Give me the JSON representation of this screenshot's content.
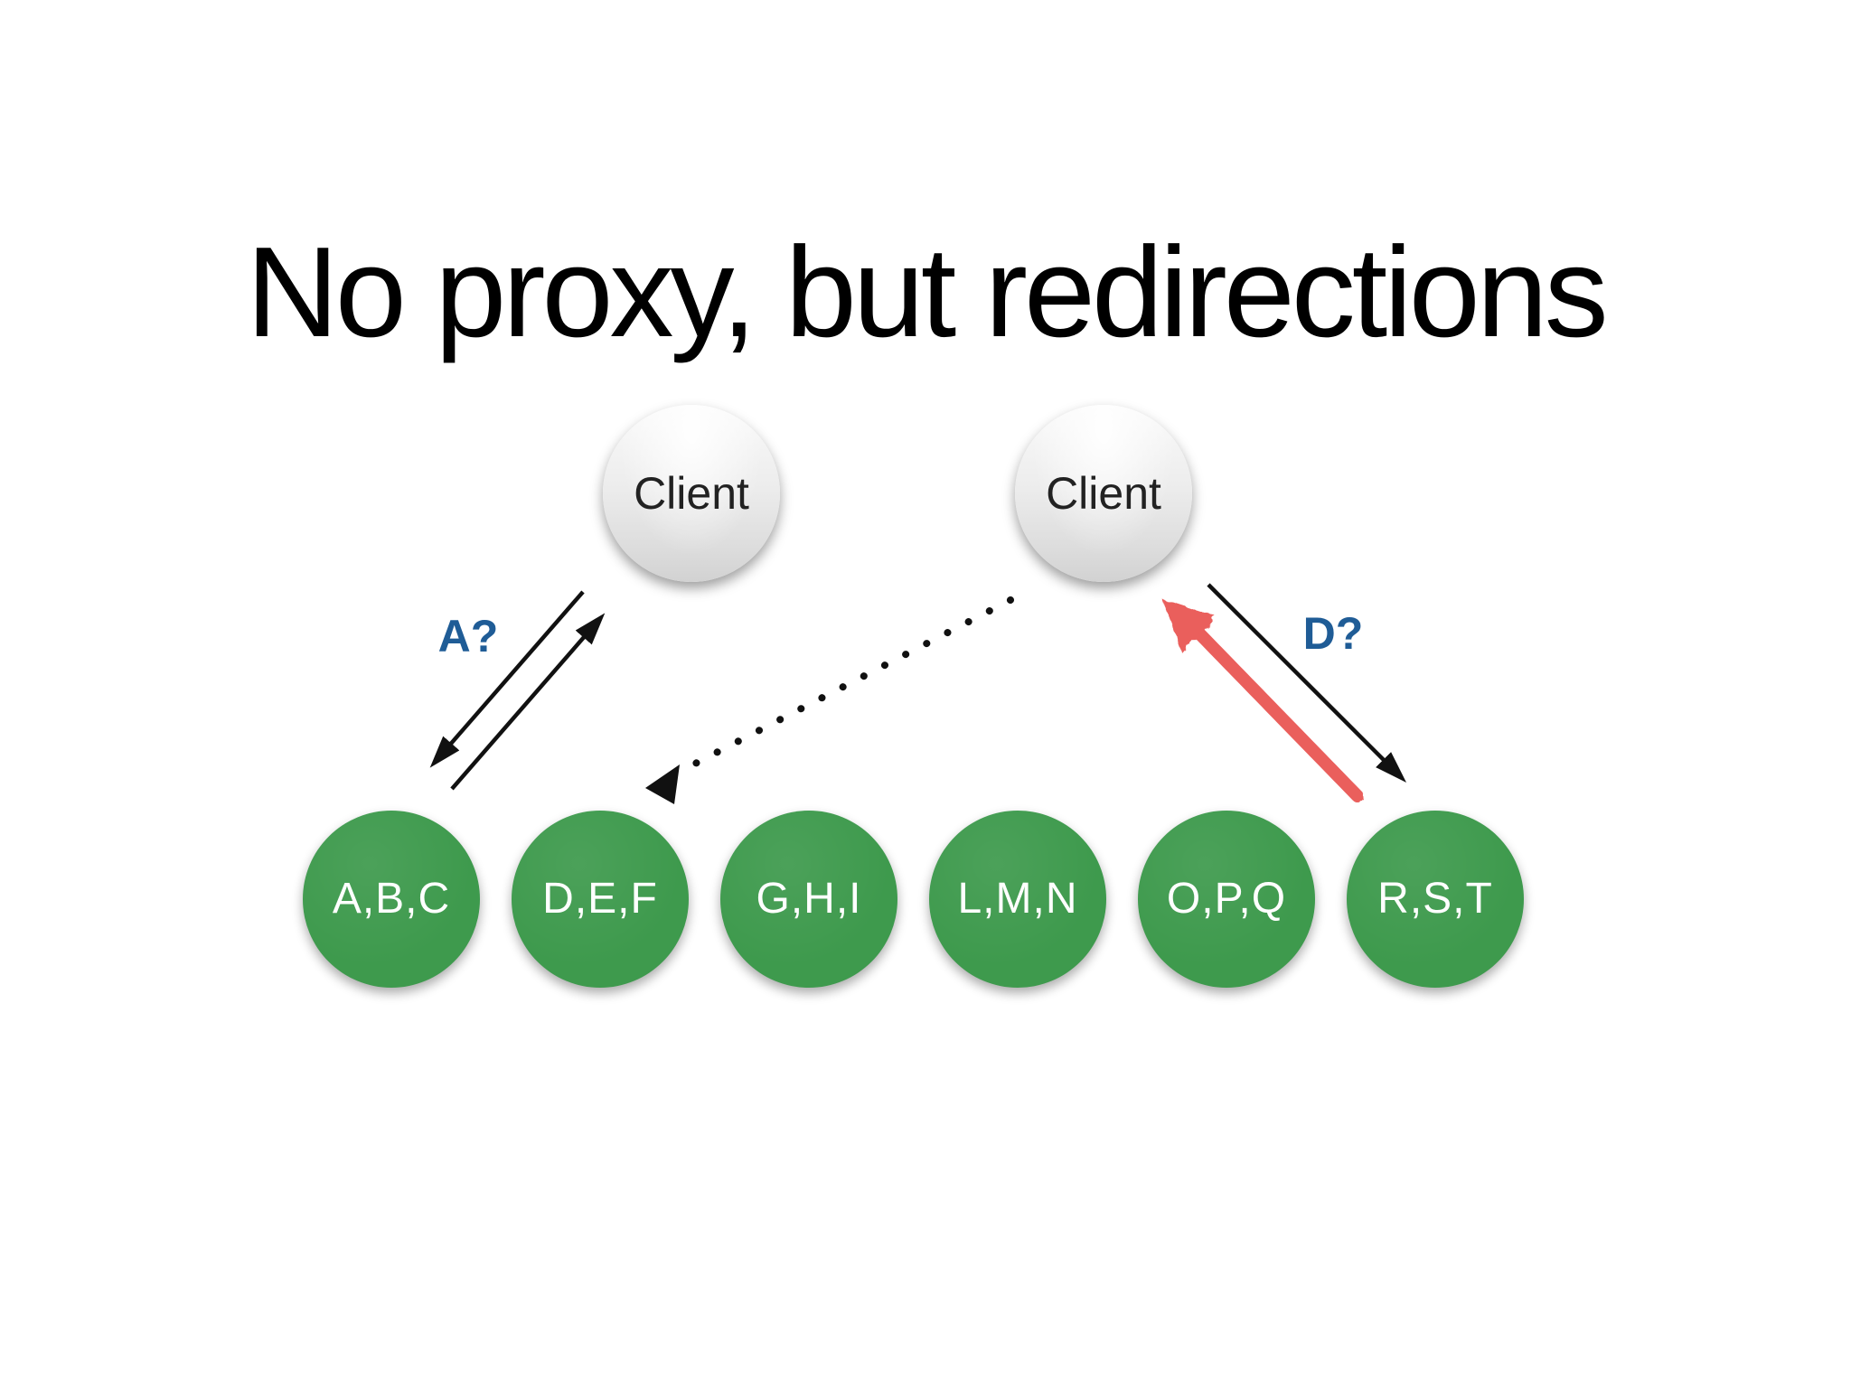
{
  "slide": {
    "title": "No proxy, but redirections"
  },
  "clients": [
    {
      "id": "client-1",
      "label": "Client"
    },
    {
      "id": "client-2",
      "label": "Client"
    }
  ],
  "servers": [
    {
      "id": "server-abc",
      "label": "A,B,C"
    },
    {
      "id": "server-def",
      "label": "D,E,F"
    },
    {
      "id": "server-ghi",
      "label": "G,H,I"
    },
    {
      "id": "server-lmn",
      "label": "L,M,N"
    },
    {
      "id": "server-opq",
      "label": "O,P,Q"
    },
    {
      "id": "server-rst",
      "label": "R,S,T"
    }
  ],
  "annotations": {
    "left_query": "A?",
    "right_query": "D?"
  },
  "arrows": [
    {
      "name": "query-a-response-arrow",
      "style": "solid-black",
      "from": "server-abc",
      "to": "client-1"
    },
    {
      "name": "query-a-request-arrow",
      "style": "solid-black",
      "from": "client-1",
      "to": "server-abc"
    },
    {
      "name": "redirection-dotted-arrow",
      "style": "dotted-black",
      "from": "client-2",
      "to": "server-def"
    },
    {
      "name": "query-d-request-arrow",
      "style": "solid-black",
      "from": "client-2",
      "to": "server-rst"
    },
    {
      "name": "redirect-response-arrow",
      "style": "crayon-red",
      "from": "server-rst",
      "to": "client-2"
    }
  ],
  "colors": {
    "server_green": "#3e9a4d",
    "query_label_blue": "#1f5c96",
    "redirect_red": "#ea5e5c",
    "arrow_black": "#111111",
    "client_top": "#fafafa",
    "client_bottom": "#d2d2d2",
    "background": "#ffffff",
    "server_text": "#ffffff",
    "client_text": "#222222",
    "title_text": "#000000"
  }
}
